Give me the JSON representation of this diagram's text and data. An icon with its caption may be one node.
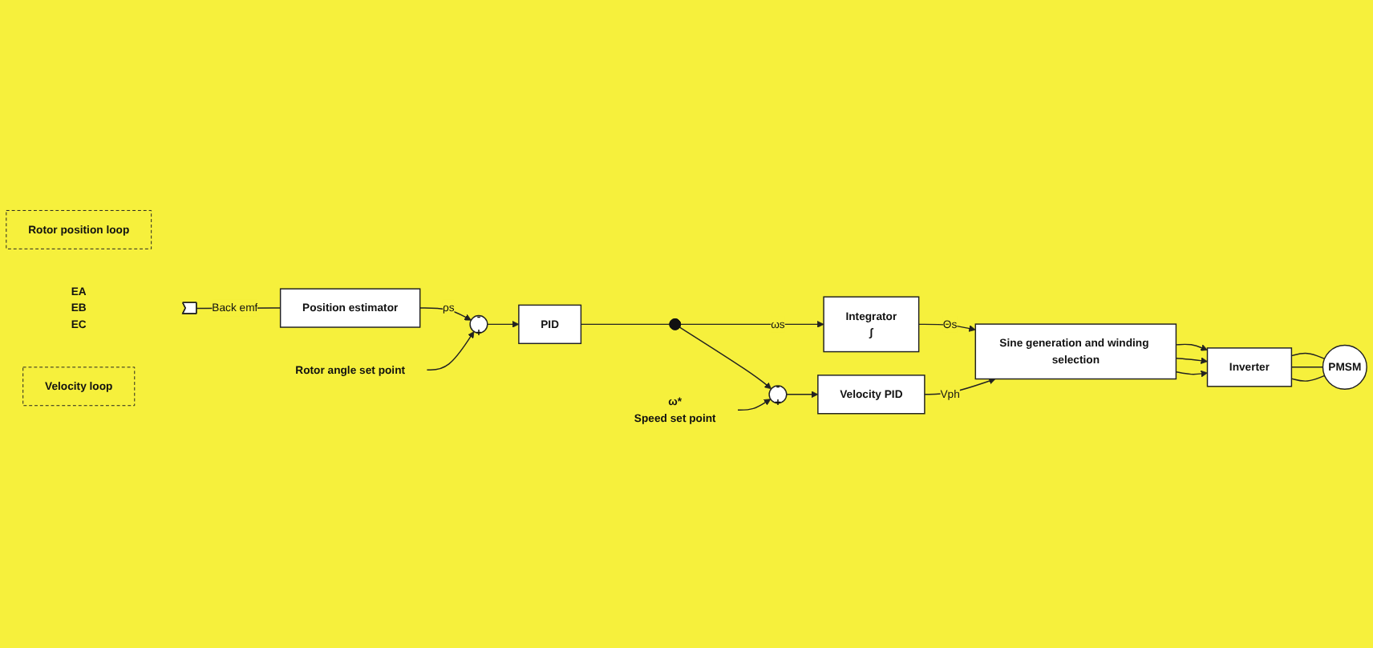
{
  "diagram": {
    "nodes": [
      {
        "text": [
          "Position estimator"
        ]
      },
      {
        "text": [
          "Rotor position loop"
        ]
      },
      {
        "text": [
          "-",
          "+"
        ]
      },
      {
        "text": [
          "PID"
        ]
      },
      {
        "text": [],
        "shape": "circle"
      },
      {
        "text": [
          "Integrator",
          "∫"
        ]
      },
      {
        "text": [
          "Sine generation and winding selection"
        ]
      },
      {
        "text": [
          "Inverter"
        ]
      },
      {
        "text": [],
        "shape": "arrow",
        "beside": [
          "EA",
          "EB",
          "EC"
        ]
      },
      {
        "text": [
          "PMSM"
        ]
      },
      {
        "text": [
          "Rotor angle set point"
        ]
      },
      {
        "text": [
          "Velocity loop"
        ]
      },
      {
        "text": [
          "-",
          "+"
        ]
      },
      {
        "text": [
          "ω*",
          "Speed set point"
        ]
      },
      {
        "text": [
          "Velocity PID"
        ]
      }
    ],
    "edges": [
      {
        "from": 0,
        "to": 2,
        "arrow": "to",
        "label": "ρs"
      },
      {
        "from": 10,
        "to": 2,
        "arrow": "to"
      },
      {
        "from": 2,
        "to": 3,
        "arrow": "to"
      },
      {
        "from": 3,
        "to": 4,
        "arrow": "none"
      },
      {
        "from": 4,
        "to": 5,
        "arrow": "to",
        "label": "ωs"
      },
      {
        "from": 5,
        "to": 6,
        "arrow": "to",
        "label": "Θs"
      },
      {
        "from": 4,
        "to": 12,
        "arrow": "to"
      },
      {
        "from": 13,
        "to": 12,
        "arrow": "to"
      },
      {
        "from": 12,
        "to": 14,
        "arrow": "to"
      },
      {
        "from": 14,
        "to": 6,
        "arrow": "to",
        "label": "Vph"
      },
      {
        "from": 6,
        "to": 7,
        "arrow": "to"
      },
      {
        "from": 6,
        "to": 7,
        "arrow": "to"
      },
      {
        "from": 6,
        "to": 7,
        "arrow": "to"
      },
      {
        "from": 7,
        "to": 9,
        "arrow": "none"
      },
      {
        "from": 7,
        "to": 9,
        "arrow": "none"
      },
      {
        "from": 7,
        "to": 9,
        "arrow": "none"
      },
      {
        "from": 8,
        "to": 0,
        "arrow": "none",
        "label": "Back emf"
      }
    ]
  }
}
